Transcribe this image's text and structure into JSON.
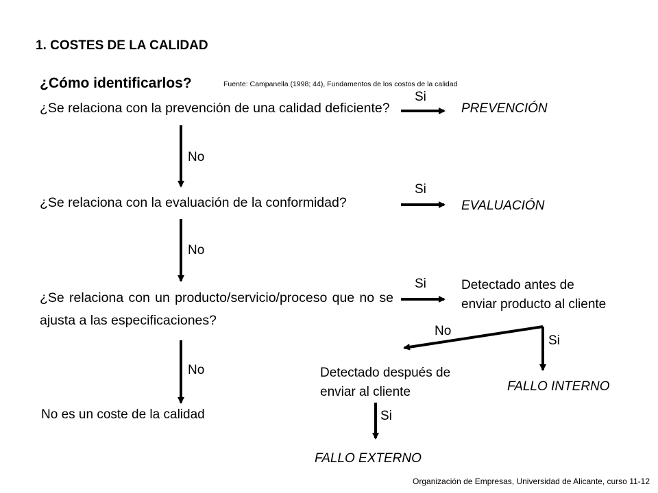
{
  "title": "1. COSTES DE LA CALIDAD",
  "subtitle": "¿Cómo identificarlos?",
  "source": "Fuente: Campanella (1998; 44), Fundamentos de los costos de la calidad",
  "questions": {
    "q1": "¿Se relaciona con la prevención de una calidad deficiente?",
    "q2": "¿Se relaciona con la evaluación de la conformidad?",
    "q3": "¿Se relaciona con un producto/servicio/proceso que no se ajusta a las especificaciones?"
  },
  "labels": {
    "yes": "Si",
    "no": "No"
  },
  "outcomes": {
    "prevention": "PREVENCIÓN",
    "evaluation": "EVALUACIÓN",
    "detected_before_line1": "Detectado antes de",
    "detected_before_line2": "enviar producto al cliente",
    "detected_after_line1": "Detectado después de",
    "detected_after_line2": "enviar al cliente",
    "internal_failure": "FALLO INTERNO",
    "external_failure": "FALLO EXTERNO",
    "not_quality_cost": "No es un coste de la calidad"
  },
  "footer": "Organización de Empresas, Universidad de Alicante, curso 11-12"
}
